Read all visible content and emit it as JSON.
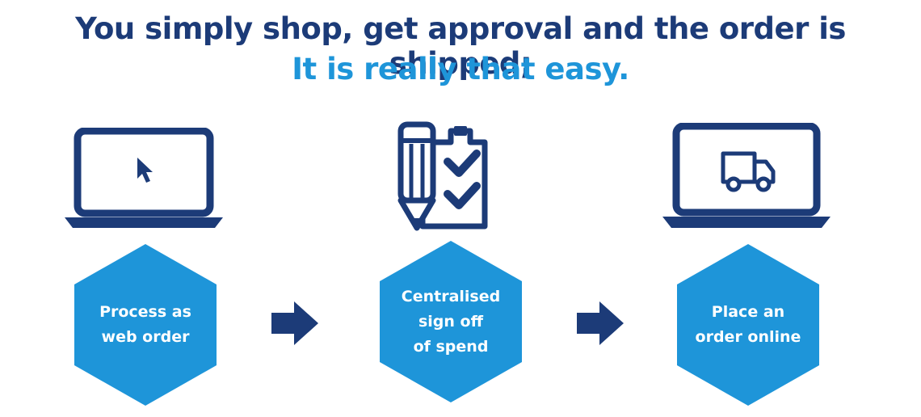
{
  "headline": {
    "line1": "You simply shop, get approval and the order is shipped;",
    "line2": "It is really that easy."
  },
  "steps": [
    {
      "icon": "laptop-cursor-icon",
      "label": "Process as\nweb order"
    },
    {
      "icon": "clipboard-pencil-checklist-icon",
      "label": "Centralised\nsign off\nof spend"
    },
    {
      "icon": "laptop-delivery-truck-icon",
      "label": "Place an\norder online"
    }
  ],
  "connectors": [
    "arrow-right-icon",
    "arrow-right-icon"
  ],
  "colors": {
    "navy": "#1c3b78",
    "blue": "#1e95d9",
    "white": "#ffffff"
  }
}
